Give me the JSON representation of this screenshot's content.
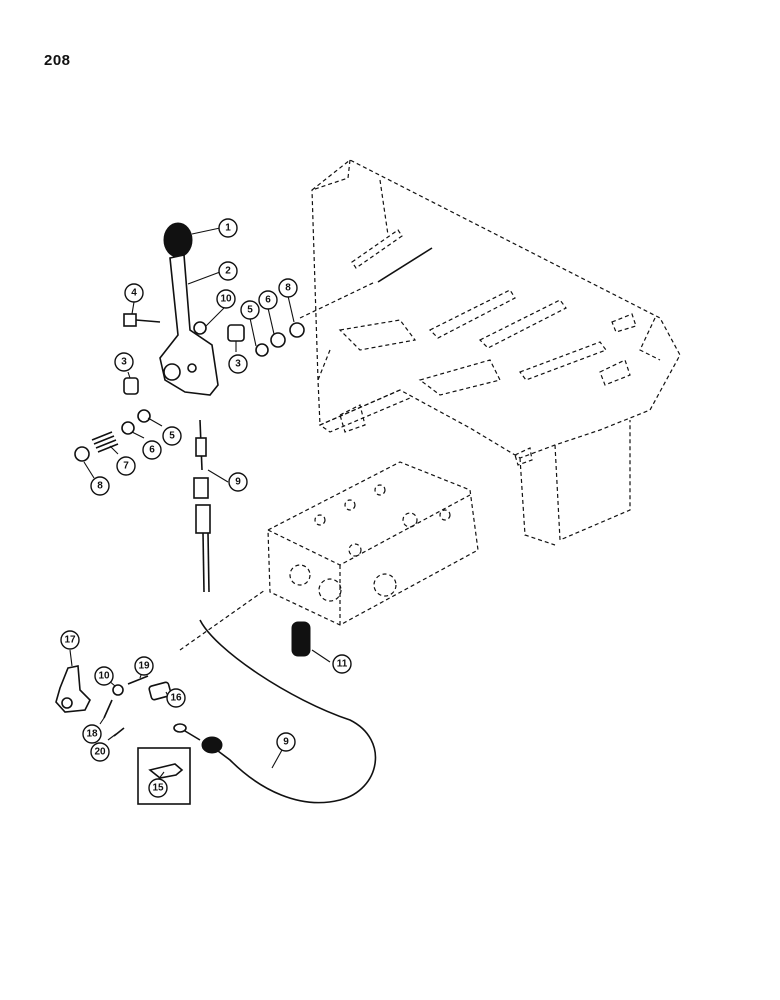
{
  "page": {
    "number": "208"
  },
  "callouts": [
    {
      "id": "c1",
      "label": "1"
    },
    {
      "id": "c2",
      "label": "2"
    },
    {
      "id": "c4",
      "label": "4"
    },
    {
      "id": "c10a",
      "label": "10"
    },
    {
      "id": "c5a",
      "label": "5"
    },
    {
      "id": "c6a",
      "label": "6"
    },
    {
      "id": "c8a",
      "label": "8"
    },
    {
      "id": "c3a",
      "label": "3"
    },
    {
      "id": "c3b",
      "label": "3"
    },
    {
      "id": "c5b",
      "label": "5"
    },
    {
      "id": "c6b",
      "label": "6"
    },
    {
      "id": "c7",
      "label": "7"
    },
    {
      "id": "c8b",
      "label": "8"
    },
    {
      "id": "c9a",
      "label": "9"
    },
    {
      "id": "c11",
      "label": "11"
    },
    {
      "id": "c17",
      "label": "17"
    },
    {
      "id": "c10b",
      "label": "10"
    },
    {
      "id": "c19",
      "label": "19"
    },
    {
      "id": "c16",
      "label": "16"
    },
    {
      "id": "c18",
      "label": "18"
    },
    {
      "id": "c20",
      "label": "20"
    },
    {
      "id": "c9b",
      "label": "9"
    },
    {
      "id": "c15",
      "label": "15"
    }
  ]
}
